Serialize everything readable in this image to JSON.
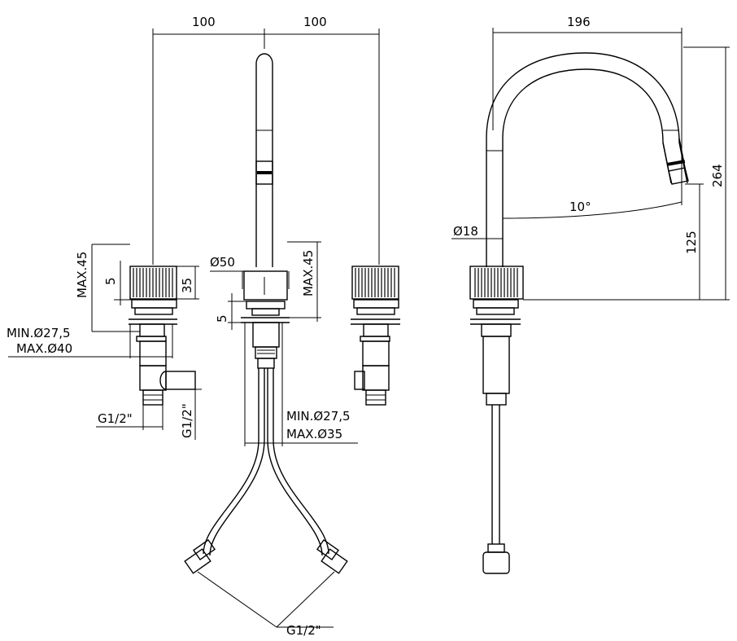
{
  "dimensions": {
    "left_width": "100",
    "right_width": "100",
    "side_width": "196",
    "side_total_height": "264",
    "side_spout_height": "125",
    "side_angle": "10°",
    "side_spout_diameter": "Ø18",
    "base_diameter": "Ø50",
    "left_max_deck": "MAX.45",
    "left_handle_gap": "5",
    "left_handle_height": "35",
    "left_min_hole": "MIN.Ø27,5",
    "left_max_hole": "MAX.Ø40",
    "left_thread": "G1/2\"",
    "left_thread_vertical": "G1/2\"",
    "center_max_deck": "MAX.45",
    "center_gap": "5",
    "center_min_hole": "MIN.Ø27,5",
    "center_max_hole": "MAX.Ø35",
    "hose_thread": "G1/2\""
  }
}
